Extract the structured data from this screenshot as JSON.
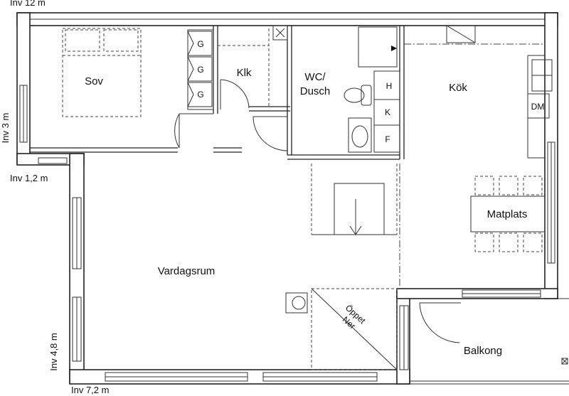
{
  "rooms": {
    "sov": "Sov",
    "klk": "Klk",
    "wc_line1": "WC/",
    "wc_line2": "Dusch",
    "kok": "Kök",
    "matplats": "Matplats",
    "vardagsrum": "Vardagsrum",
    "balkong": "Balkong"
  },
  "fixtures": {
    "g": "G",
    "h": "H",
    "k": "K",
    "f": "F",
    "dm": "DM",
    "oppet_line1": "Öppet",
    "oppet_line2": "Ner"
  },
  "dimensions": {
    "top": "Inv 12 m",
    "left_upper": "Inv 3 m",
    "left_step": "Inv 1,2 m",
    "left_lower": "Inv 4,8 m",
    "bottom": "Inv 7,2 m"
  }
}
